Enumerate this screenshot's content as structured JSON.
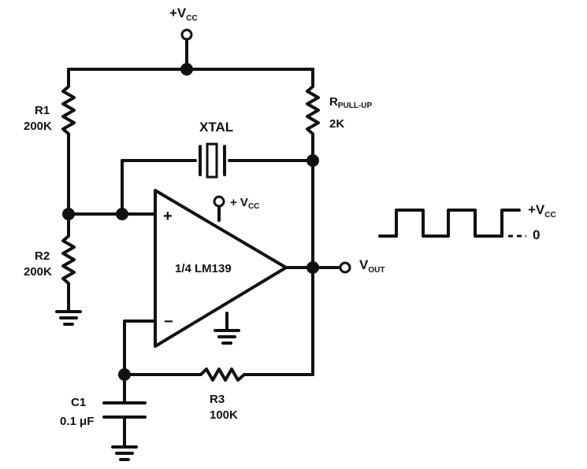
{
  "supply": {
    "top": {
      "main": "+V",
      "sub": "CC"
    },
    "opamp": {
      "main": "+ V",
      "sub": "CC"
    },
    "waveform_high": {
      "main": "+V",
      "sub": "CC"
    },
    "waveform_low": "0"
  },
  "components": {
    "r1": {
      "name": "R1",
      "value": "200K"
    },
    "r2": {
      "name": "R2",
      "value": "200K"
    },
    "r3": {
      "name": "R3",
      "value": "100K"
    },
    "rpullup": {
      "main": "R",
      "sub": "PULL-UP",
      "value": "2K"
    },
    "c1": {
      "name": "C1",
      "value": "0.1 μF"
    },
    "xtal": {
      "name": "XTAL"
    },
    "comparator": {
      "name": "1/4 LM139",
      "plus": "+",
      "minus": "−"
    }
  },
  "output": {
    "main": "V",
    "sub": "OUT"
  }
}
